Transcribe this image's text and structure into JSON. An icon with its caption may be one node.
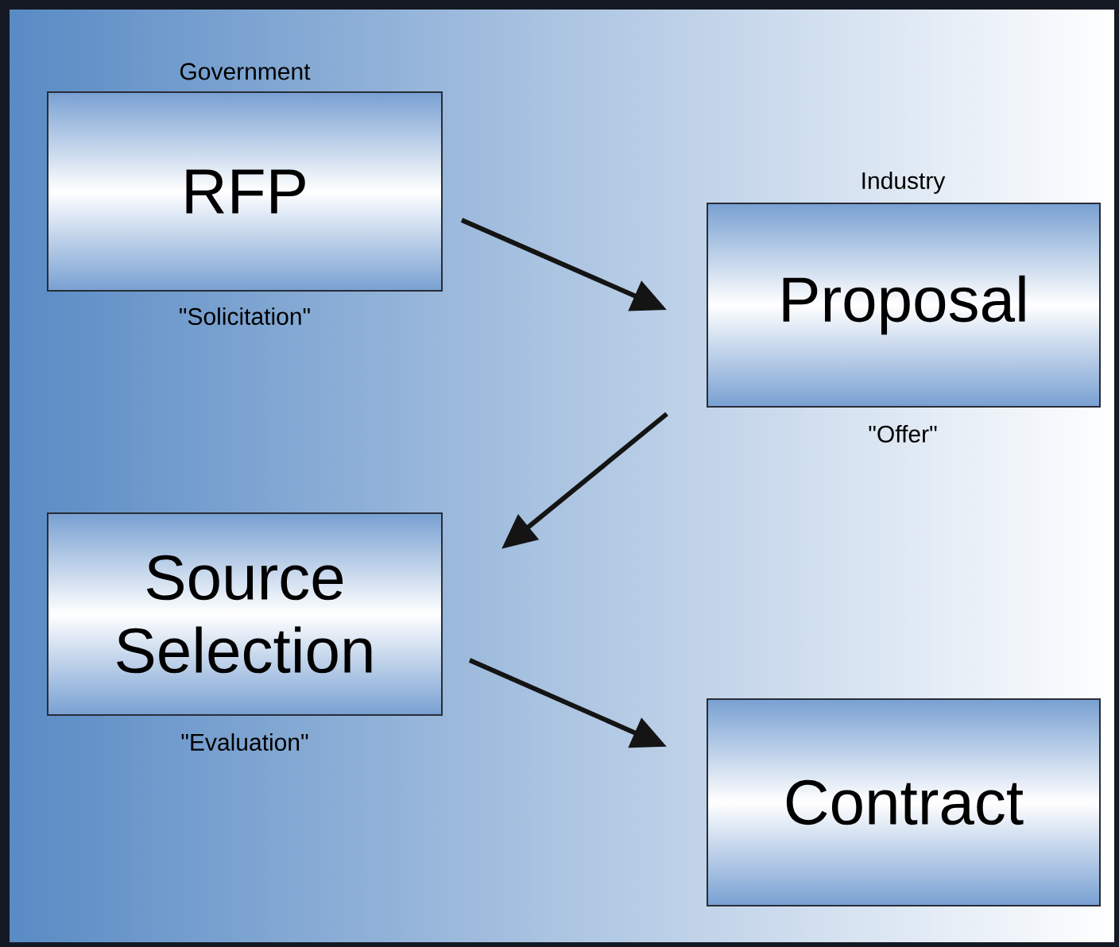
{
  "diagram": {
    "nodes": [
      {
        "text": [
          "RFP"
        ],
        "beside": [
          "Government",
          "\"Solicitation\""
        ]
      },
      {
        "text": [
          "Proposal"
        ],
        "beside": [
          "Industry",
          "\"Offer\""
        ]
      },
      {
        "text": [
          "Source Selection"
        ],
        "beside": [
          "\"Evaluation\""
        ]
      },
      {
        "text": [
          "Contract"
        ]
      }
    ],
    "edges": [
      {
        "from": 0,
        "to": 1,
        "arrow": "to"
      },
      {
        "from": 1,
        "to": 2,
        "arrow": "to"
      },
      {
        "from": 2,
        "to": 3,
        "arrow": "to"
      }
    ]
  }
}
